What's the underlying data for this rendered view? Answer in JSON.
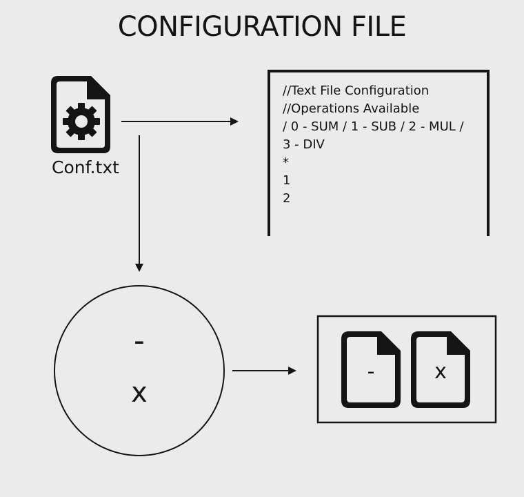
{
  "title": "CONFIGURATION FILE",
  "config_file": {
    "name": "Conf.txt",
    "icon": "gear-document-icon"
  },
  "file_content": {
    "lines": [
      "//Text File Configuration",
      "//Operations Available",
      "/ 0 - SUM / 1 - SUB / 2 - MUL /",
      "3 - DIV",
      "*",
      "1",
      "2"
    ]
  },
  "processor": {
    "symbols": [
      "-",
      "x"
    ]
  },
  "outputs": [
    {
      "label": "-",
      "icon": "document-icon"
    },
    {
      "label": "x",
      "icon": "document-icon"
    }
  ],
  "colors": {
    "background": "#ebebeb",
    "ink": "#141414"
  }
}
